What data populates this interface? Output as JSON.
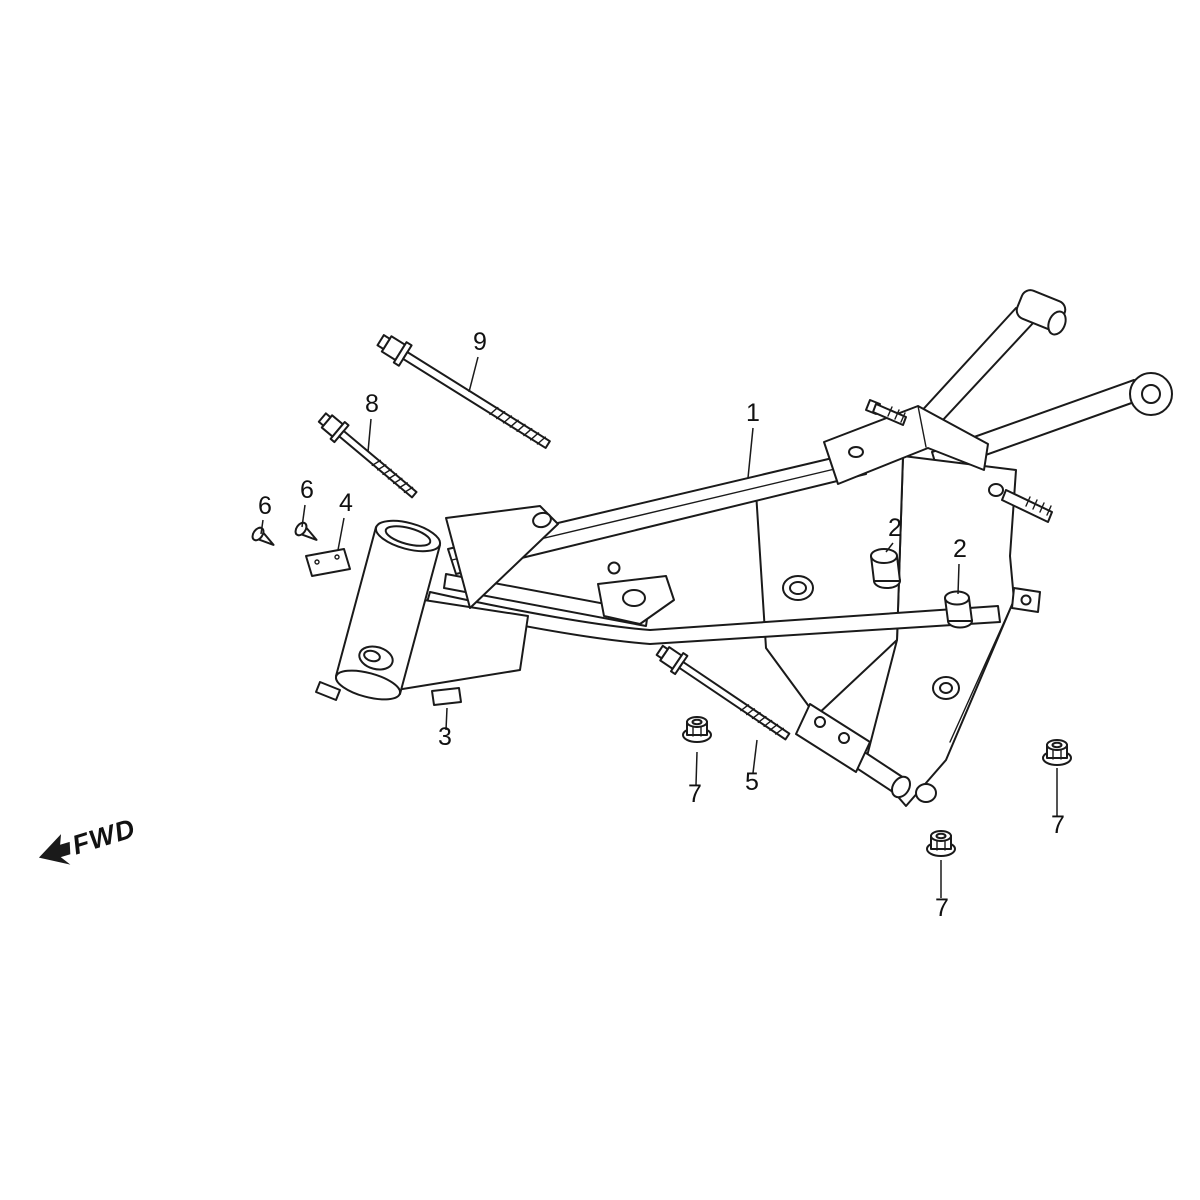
{
  "diagram": {
    "fwd_label": "FWD",
    "background": "#ffffff",
    "line_color": "#1a1a1a"
  },
  "callouts": [
    {
      "label": "1"
    },
    {
      "label": "2"
    },
    {
      "label": "2"
    },
    {
      "label": "3"
    },
    {
      "label": "4"
    },
    {
      "label": "5"
    },
    {
      "label": "6"
    },
    {
      "label": "6"
    },
    {
      "label": "7"
    },
    {
      "label": "7"
    },
    {
      "label": "7"
    },
    {
      "label": "8"
    },
    {
      "label": "9"
    }
  ]
}
